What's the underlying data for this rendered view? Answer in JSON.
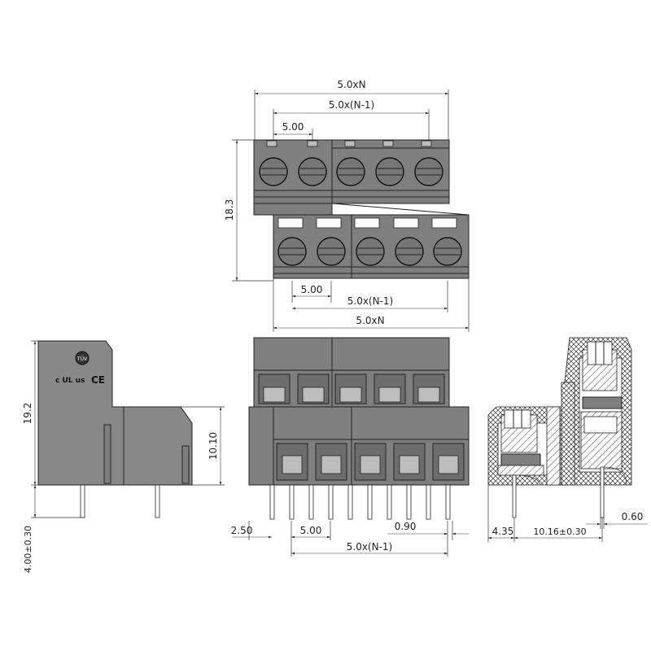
{
  "top_view": {
    "dim_upper_total": "5.0xN",
    "dim_upper_span": "5.0x(N-1)",
    "dim_upper_pitch": "5.00",
    "dim_height": "18.3",
    "dim_lower_pitch": "5.00",
    "dim_lower_span": "5.0x(N-1)",
    "dim_lower_total": "5.0xN"
  },
  "side_view": {
    "dim_height": "19.2",
    "dim_mid_height": "10.10",
    "dim_pin_length": "4.00±0.30",
    "mark_tuv": "TÜV",
    "mark_ce": "CE",
    "mark_ul": "c UL us"
  },
  "front_view": {
    "dim_offset": "2.50",
    "dim_pitch": "5.00",
    "dim_pin": "0.90",
    "dim_span": "5.0x(N-1)"
  },
  "section_view": {
    "dim_left": "4.35",
    "dim_row_spacing": "10.16±0.30",
    "dim_pin": "0.60"
  }
}
